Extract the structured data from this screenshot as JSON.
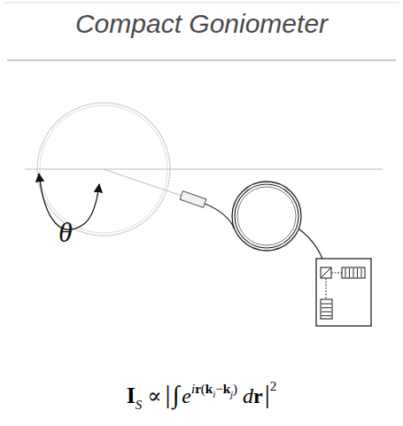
{
  "diagram": {
    "title": "Compact Goniometer",
    "labels": [
      "θ",
      "I",
      "S",
      "∝",
      "|",
      "∫",
      "e",
      "i",
      "r",
      "(",
      "k",
      "i",
      "−",
      "k",
      "j",
      ")",
      "d",
      "r",
      "|",
      "2"
    ]
  }
}
